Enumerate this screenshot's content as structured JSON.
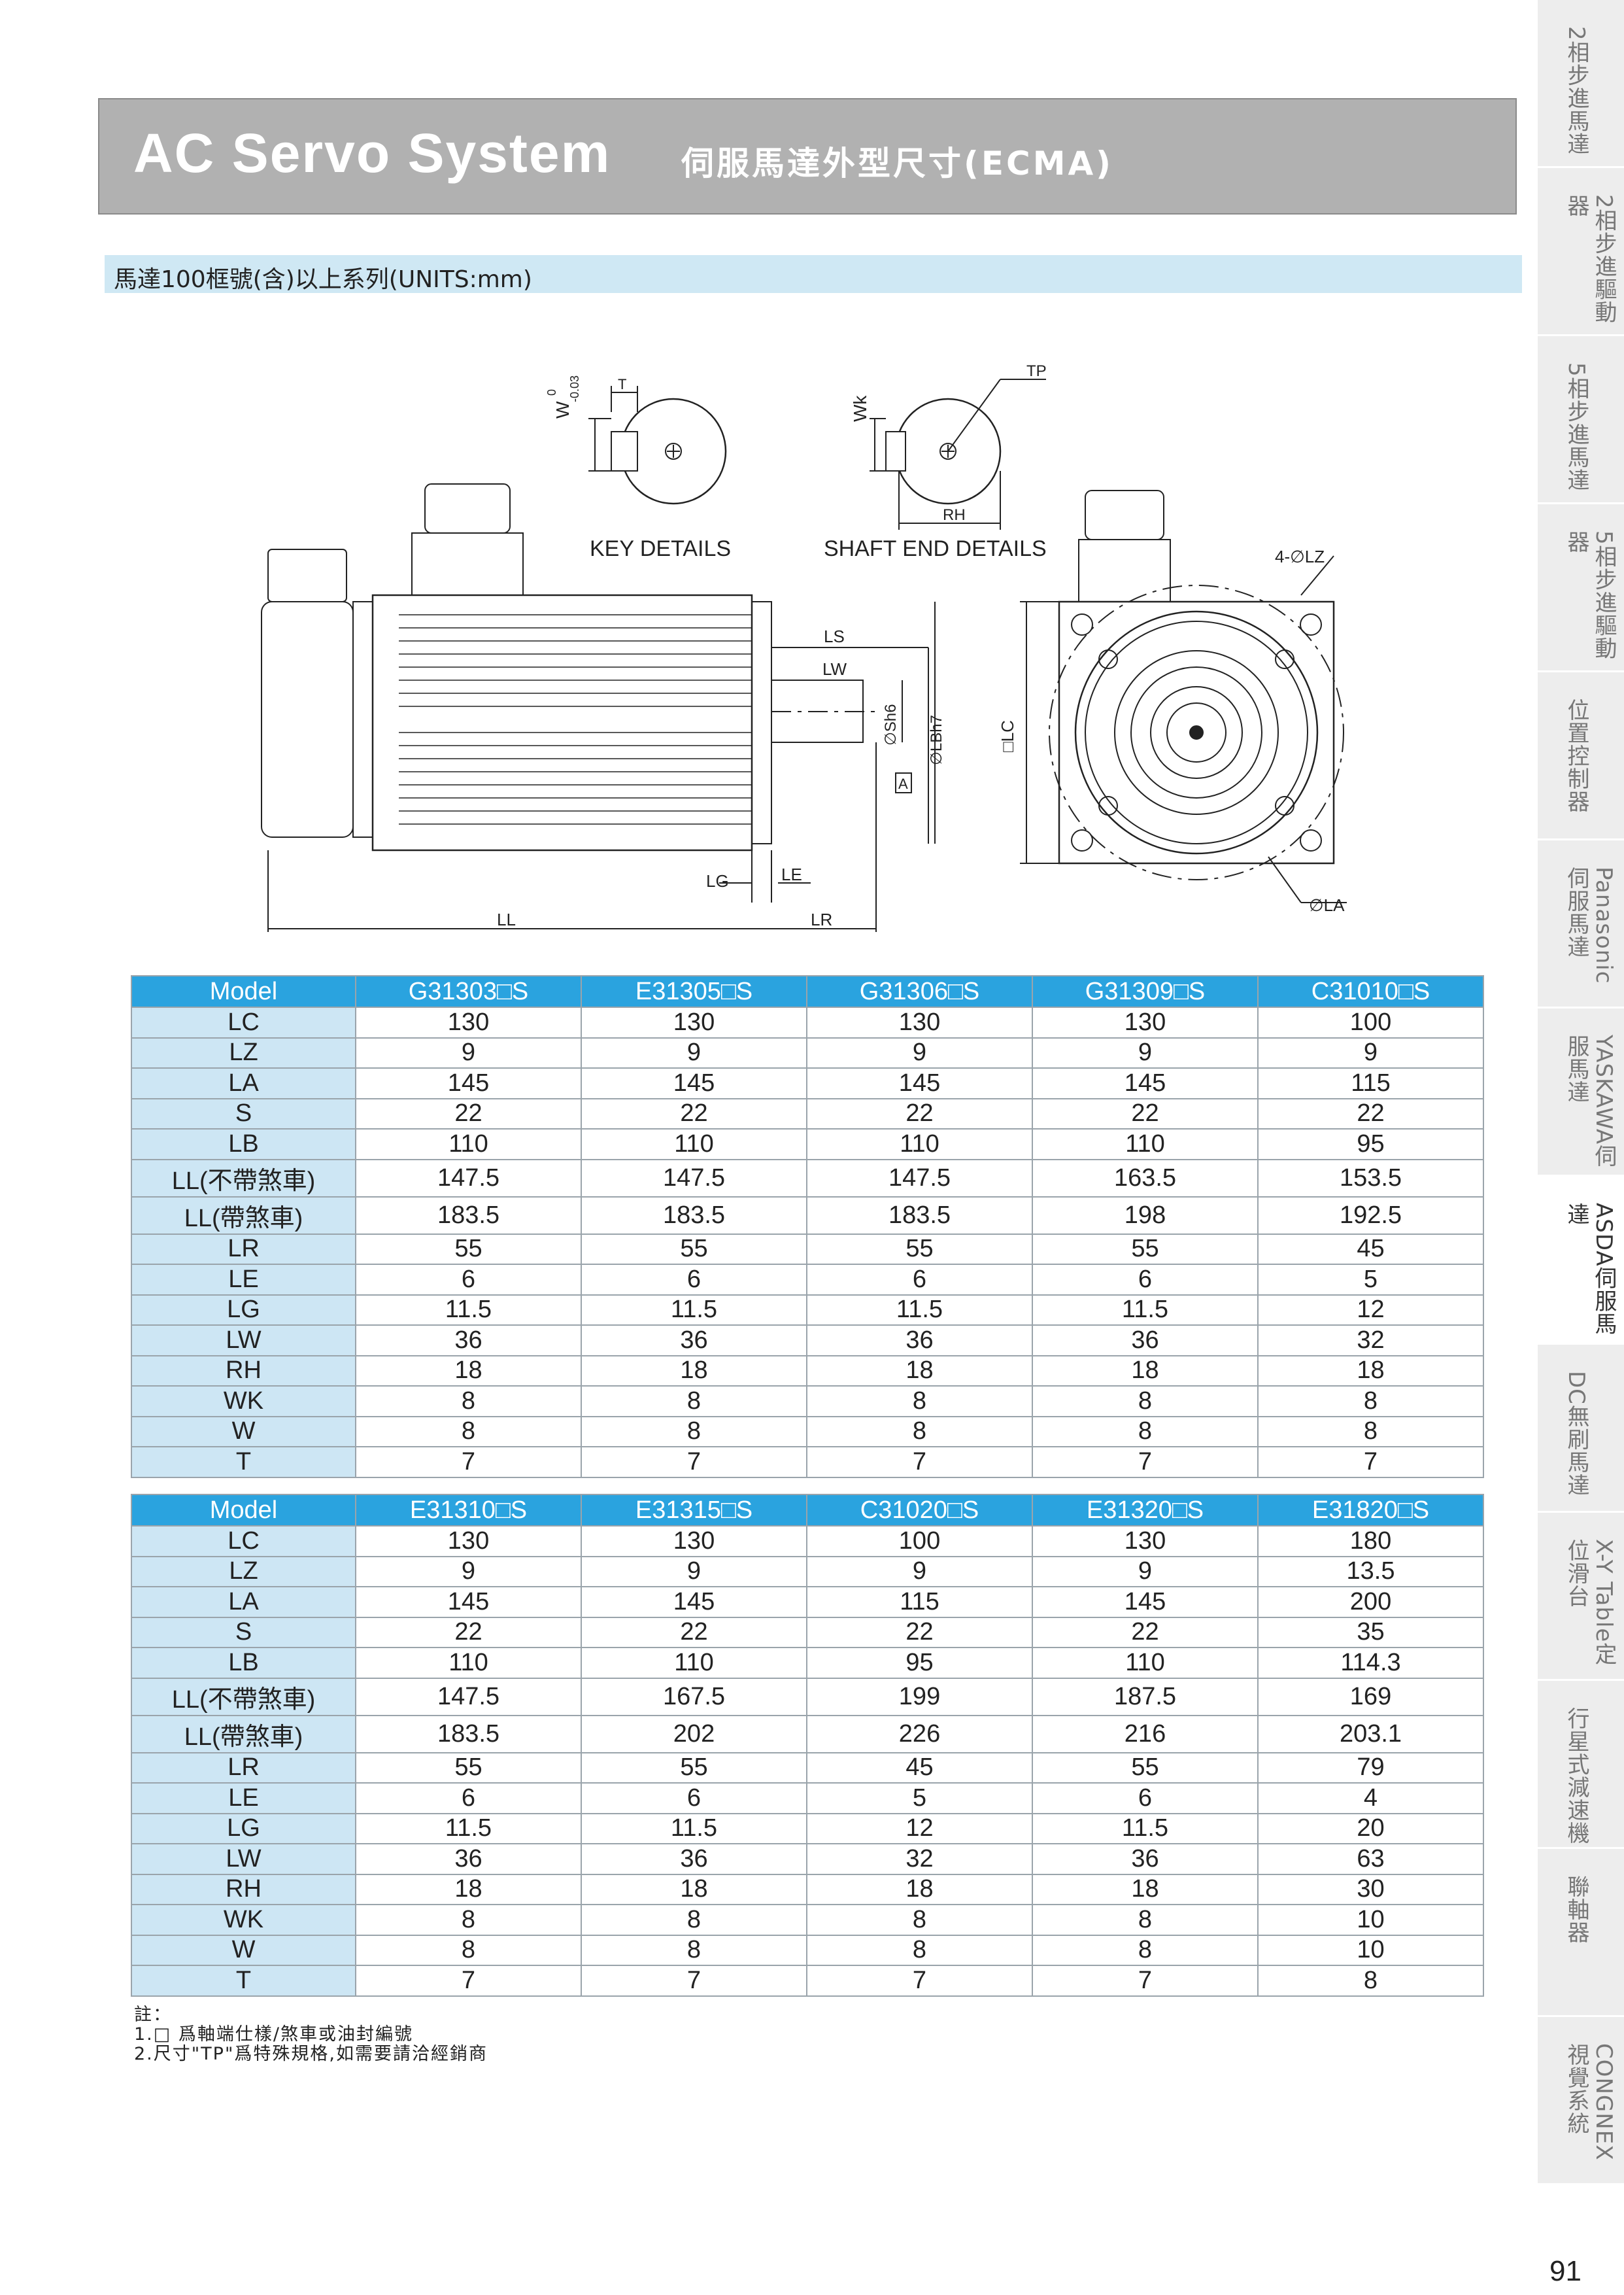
{
  "header": {
    "title": "AC Servo System",
    "subtitle": "伺服馬達外型尺寸(ECMA)"
  },
  "section": {
    "title": "馬達100框號(含)以上系列(UNITS:mm)"
  },
  "drawing": {
    "labels": {
      "key_details": "KEY DETAILS",
      "shaft_end_details": "SHAFT END DETAILS",
      "w": "W",
      "wk": "Wk",
      "t": "T",
      "tp": "TP",
      "rh": "RH",
      "tol_top": "0",
      "tol_bot": "-0.03",
      "ls": "LS",
      "lw": "LW",
      "sh6": "∅Sh6",
      "lbh7": "∅LBh7",
      "datum": "A",
      "lc": "□LC",
      "lz": "4-∅LZ",
      "la": "∅LA",
      "lg": "LG",
      "le": "LE",
      "ll": "LL",
      "lr": "LR"
    }
  },
  "table1": {
    "header": [
      "Model",
      "G31303□S",
      "E31305□S",
      "G31306□S",
      "G31309□S",
      "C31010□S"
    ],
    "rows": [
      {
        "label": "LC",
        "values": [
          "130",
          "130",
          "130",
          "130",
          "100"
        ]
      },
      {
        "label": "LZ",
        "values": [
          "9",
          "9",
          "9",
          "9",
          "9"
        ]
      },
      {
        "label": "LA",
        "values": [
          "145",
          "145",
          "145",
          "145",
          "115"
        ]
      },
      {
        "label": "S",
        "values": [
          "22",
          "22",
          "22",
          "22",
          "22"
        ]
      },
      {
        "label": "LB",
        "values": [
          "110",
          "110",
          "110",
          "110",
          "95"
        ]
      },
      {
        "label": "LL(不帶煞車)",
        "values": [
          "147.5",
          "147.5",
          "147.5",
          "163.5",
          "153.5"
        ]
      },
      {
        "label": "LL(帶煞車)",
        "values": [
          "183.5",
          "183.5",
          "183.5",
          "198",
          "192.5"
        ]
      },
      {
        "label": "LR",
        "values": [
          "55",
          "55",
          "55",
          "55",
          "45"
        ]
      },
      {
        "label": "LE",
        "values": [
          "6",
          "6",
          "6",
          "6",
          "5"
        ]
      },
      {
        "label": "LG",
        "values": [
          "11.5",
          "11.5",
          "11.5",
          "11.5",
          "12"
        ]
      },
      {
        "label": "LW",
        "values": [
          "36",
          "36",
          "36",
          "36",
          "32"
        ]
      },
      {
        "label": "RH",
        "values": [
          "18",
          "18",
          "18",
          "18",
          "18"
        ]
      },
      {
        "label": "WK",
        "values": [
          "8",
          "8",
          "8",
          "8",
          "8"
        ]
      },
      {
        "label": "W",
        "values": [
          "8",
          "8",
          "8",
          "8",
          "8"
        ]
      },
      {
        "label": "T",
        "values": [
          "7",
          "7",
          "7",
          "7",
          "7"
        ]
      }
    ]
  },
  "table2": {
    "header": [
      "Model",
      "E31310□S",
      "E31315□S",
      "C31020□S",
      "E31320□S",
      "E31820□S"
    ],
    "rows": [
      {
        "label": "LC",
        "values": [
          "130",
          "130",
          "100",
          "130",
          "180"
        ]
      },
      {
        "label": "LZ",
        "values": [
          "9",
          "9",
          "9",
          "9",
          "13.5"
        ]
      },
      {
        "label": "LA",
        "values": [
          "145",
          "145",
          "115",
          "145",
          "200"
        ]
      },
      {
        "label": "S",
        "values": [
          "22",
          "22",
          "22",
          "22",
          "35"
        ]
      },
      {
        "label": "LB",
        "values": [
          "110",
          "110",
          "95",
          "110",
          "114.3"
        ]
      },
      {
        "label": "LL(不帶煞車)",
        "values": [
          "147.5",
          "167.5",
          "199",
          "187.5",
          "169"
        ]
      },
      {
        "label": "LL(帶煞車)",
        "values": [
          "183.5",
          "202",
          "226",
          "216",
          "203.1"
        ]
      },
      {
        "label": "LR",
        "values": [
          "55",
          "55",
          "45",
          "55",
          "79"
        ]
      },
      {
        "label": "LE",
        "values": [
          "6",
          "6",
          "5",
          "6",
          "4"
        ]
      },
      {
        "label": "LG",
        "values": [
          "11.5",
          "11.5",
          "12",
          "11.5",
          "20"
        ]
      },
      {
        "label": "LW",
        "values": [
          "36",
          "36",
          "32",
          "36",
          "63"
        ]
      },
      {
        "label": "RH",
        "values": [
          "18",
          "18",
          "18",
          "18",
          "30"
        ]
      },
      {
        "label": "WK",
        "values": [
          "8",
          "8",
          "8",
          "8",
          "10"
        ]
      },
      {
        "label": "W",
        "values": [
          "8",
          "8",
          "8",
          "8",
          "10"
        ]
      },
      {
        "label": "T",
        "values": [
          "7",
          "7",
          "7",
          "7",
          "8"
        ]
      }
    ]
  },
  "notes": {
    "heading": "註：",
    "items": [
      "1.□ 爲軸端仕樣/煞車或油封編號",
      "2.尺寸\"TP\"爲特殊規格,如需要請洽經銷商"
    ]
  },
  "tabs": [
    {
      "label": "2相步進馬達",
      "active": false
    },
    {
      "label": "2相步進驅動器",
      "active": false
    },
    {
      "label": "5相步進馬達",
      "active": false
    },
    {
      "label": "5相步進驅動器",
      "active": false
    },
    {
      "label": "位置控制器",
      "active": false
    },
    {
      "label": "Panasonic伺服馬達",
      "active": false
    },
    {
      "label": "YASKAWA伺服馬達",
      "active": false
    },
    {
      "label": "ASDA伺服馬達",
      "active": true
    },
    {
      "label": "DC無刷馬達",
      "active": false
    },
    {
      "label": "X-Y Table定位滑台",
      "active": false
    },
    {
      "label": "行星式減速機",
      "active": false
    },
    {
      "label": "聯軸器",
      "active": false
    },
    {
      "label": "CONGNEX視覺系統",
      "active": false
    }
  ],
  "page_number": "91",
  "colors": {
    "header_bg": "#b1b1b1",
    "table_header": "#2aa3df",
    "row_label": "#cde6f4",
    "section_bar": "#cfe8f4"
  }
}
